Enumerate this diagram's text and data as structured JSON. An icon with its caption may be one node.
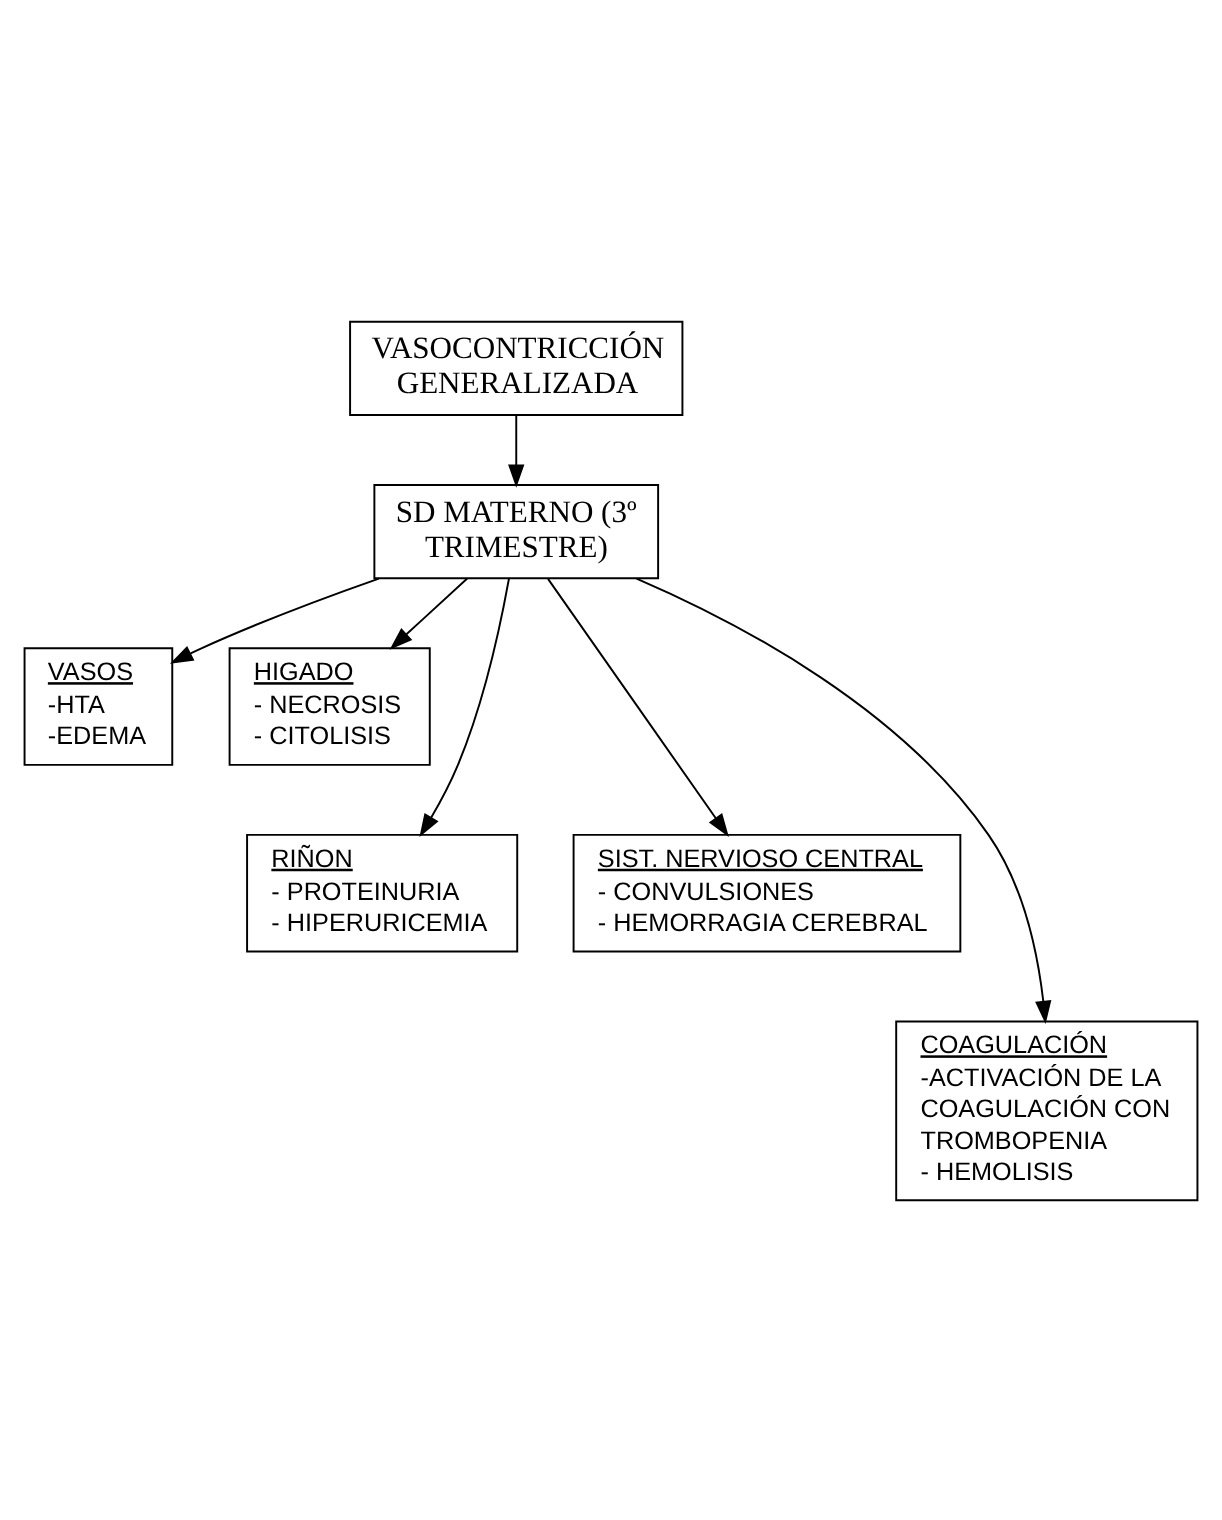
{
  "diagram": {
    "nodes": [
      {
        "text": [
          "VASOCONTRICCIÓN GENERALIZADA"
        ]
      },
      {
        "text": [
          "SD MATERNO (3º TRIMESTRE)"
        ]
      },
      {
        "text": [
          "VASOS",
          "-HTA",
          "-EDEMA"
        ]
      },
      {
        "text": [
          "HIGADO",
          "- NECROSIS",
          "- CITOLISIS"
        ]
      },
      {
        "text": [
          "RIÑON",
          "- PROTEINURIA",
          "- HIPERURICEMIA"
        ]
      },
      {
        "text": [
          "SIST. NERVIOSO CENTRAL",
          "- CONVULSIONES",
          "- HEMORRAGIA CEREBRAL"
        ]
      },
      {
        "text": [
          "COAGULACIÓN",
          "-ACTIVACIÓN DE LA COAGULACIÓN CON TROMBOPENIA",
          "- HEMOLISIS"
        ]
      }
    ],
    "edges": [
      {
        "from": 0,
        "to": 1,
        "arrow": "to"
      },
      {
        "from": 1,
        "to": 2,
        "arrow": "to"
      },
      {
        "from": 1,
        "to": 4,
        "arrow": "to"
      },
      {
        "from": 1,
        "to": 6,
        "arrow": "to"
      },
      {
        "from": 1,
        "to": 5,
        "arrow": "to"
      },
      {
        "from": 1,
        "to": 3,
        "arrow": "to"
      }
    ]
  }
}
